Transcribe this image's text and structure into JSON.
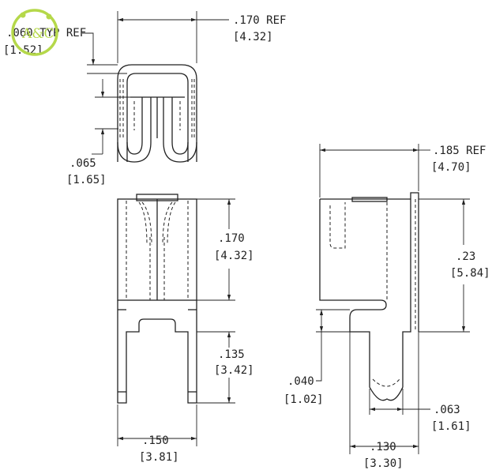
{
  "logo": {
    "text": "A&C",
    "color": "#b5d84a"
  },
  "dimensions": {
    "top_width": {
      "value": ".170 REF",
      "metric": "[4.32]"
    },
    "wall_thickness": {
      "value": ".060 TYP REF",
      "metric": "[1.52]"
    },
    "gap": {
      "value": ".065",
      "metric": "[1.65]"
    },
    "body_height": {
      "value": ".170",
      "metric": "[4.32]"
    },
    "leg_length": {
      "value": ".135",
      "metric": "[3.42]"
    },
    "overall_width": {
      "value": ".150",
      "metric": "[3.81]"
    },
    "side_width": {
      "value": ".185 REF",
      "metric": "[4.70]"
    },
    "side_height": {
      "value": ".23",
      "metric": "[5.84]"
    },
    "shoulder": {
      "value": ".040",
      "metric": "[1.02]"
    },
    "notch": {
      "value": ".063",
      "metric": "[1.61]"
    },
    "tail_width": {
      "value": ".130",
      "metric": "[3.30]"
    }
  },
  "colors": {
    "ink": "#222222",
    "background": "#ffffff"
  }
}
